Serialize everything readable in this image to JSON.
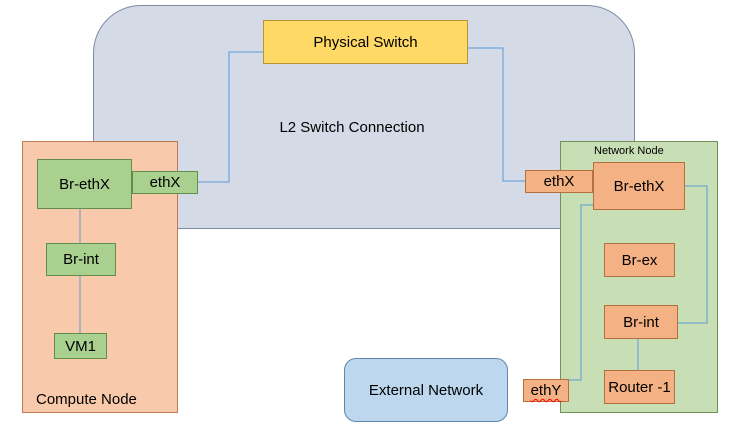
{
  "cloud": {
    "label": "L2 Switch Connection"
  },
  "physical_switch": {
    "label": "Physical Switch"
  },
  "compute_node": {
    "label": "Compute Node",
    "br_ethx": "Br-ethX",
    "ethx": "ethX",
    "br_int": "Br-int",
    "vm1": "VM1"
  },
  "network_node": {
    "label": "Network Node",
    "ethx": "ethX",
    "br_ethx": "Br-ethX",
    "br_ex": "Br-ex",
    "br_int": "Br-int",
    "router": "Router -1",
    "ethy": "ethY"
  },
  "external_network": {
    "label": "External Network"
  },
  "colors": {
    "cloud": "#d4dae6",
    "compute_node": "#f8c9aa",
    "network_node": "#c8dfb6",
    "physical_switch": "#ffd966",
    "green_box": "#a9d08e",
    "orange_box": "#f4b183",
    "external": "#bdd7ee",
    "link": "#5b9bd5"
  }
}
